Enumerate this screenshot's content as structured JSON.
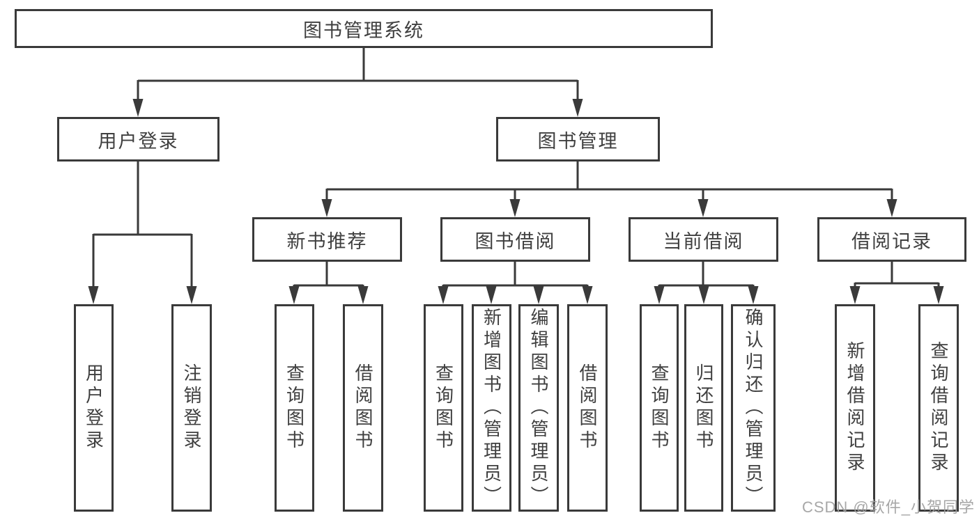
{
  "diagram": {
    "root": "图书管理系统",
    "l2": [
      "用户登录",
      "图书管理"
    ],
    "l3": [
      "新书推荐",
      "图书借阅",
      "当前借阅",
      "借阅记录"
    ],
    "leaves_user": [
      "用户登录",
      "注销登录"
    ],
    "leaves_recommend": [
      "查询图书",
      "借阅图书"
    ],
    "leaves_borrow": [
      "查询图书",
      "新增图书（管理员）",
      "编辑图书（管理员）",
      "借阅图书"
    ],
    "leaves_current": [
      "查询图书",
      "归还图书",
      "确认归还（管理员）"
    ],
    "leaves_records": [
      "新增借阅记录",
      "查询借阅记录"
    ],
    "watermark": "CSDN @软件_小贺同学",
    "colors": {
      "line": "#3a3a3a",
      "text": "#3f3f3f",
      "background": "#ffffff",
      "watermark": "#a0a0a0"
    }
  }
}
